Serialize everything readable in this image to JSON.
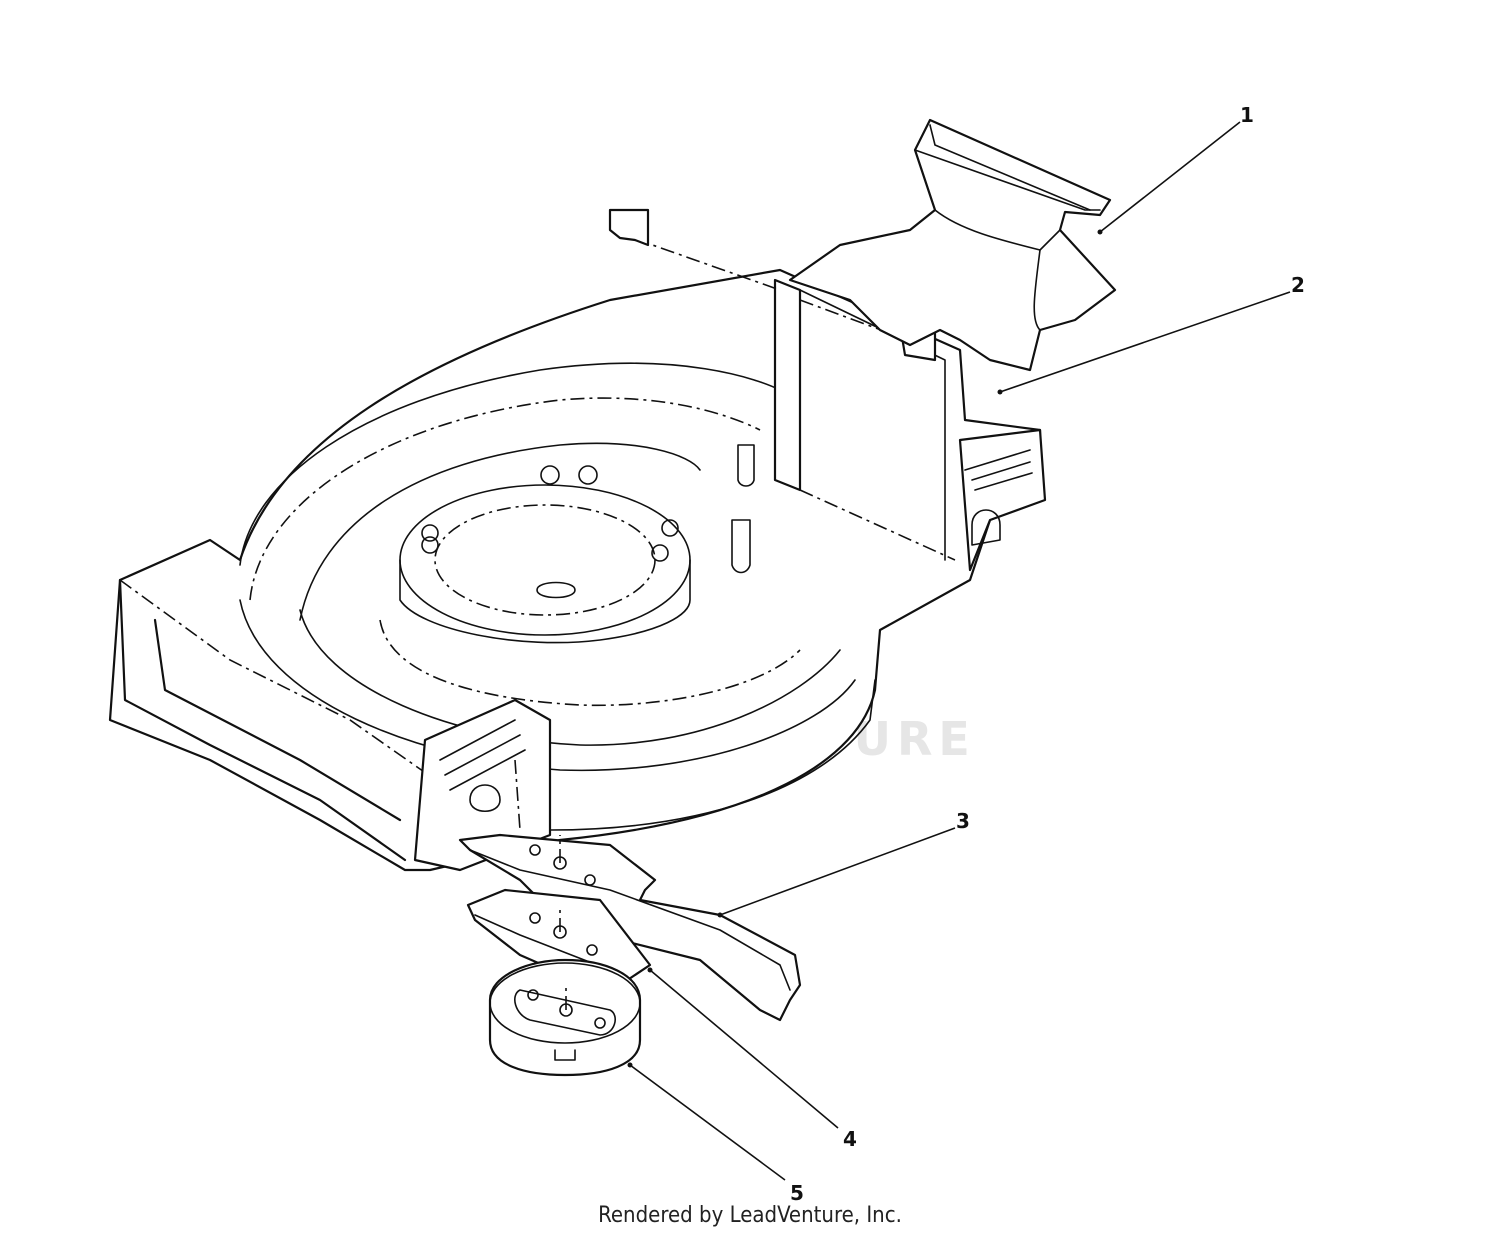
{
  "callouts": [
    {
      "number": "1"
    },
    {
      "number": "2"
    },
    {
      "number": "3"
    },
    {
      "number": "4"
    },
    {
      "number": "5"
    }
  ],
  "watermark": {
    "text": "LEADVENTURE",
    "color": "#e6e6e6"
  },
  "footer": {
    "text": "Rendered by LeadVenture, Inc."
  }
}
